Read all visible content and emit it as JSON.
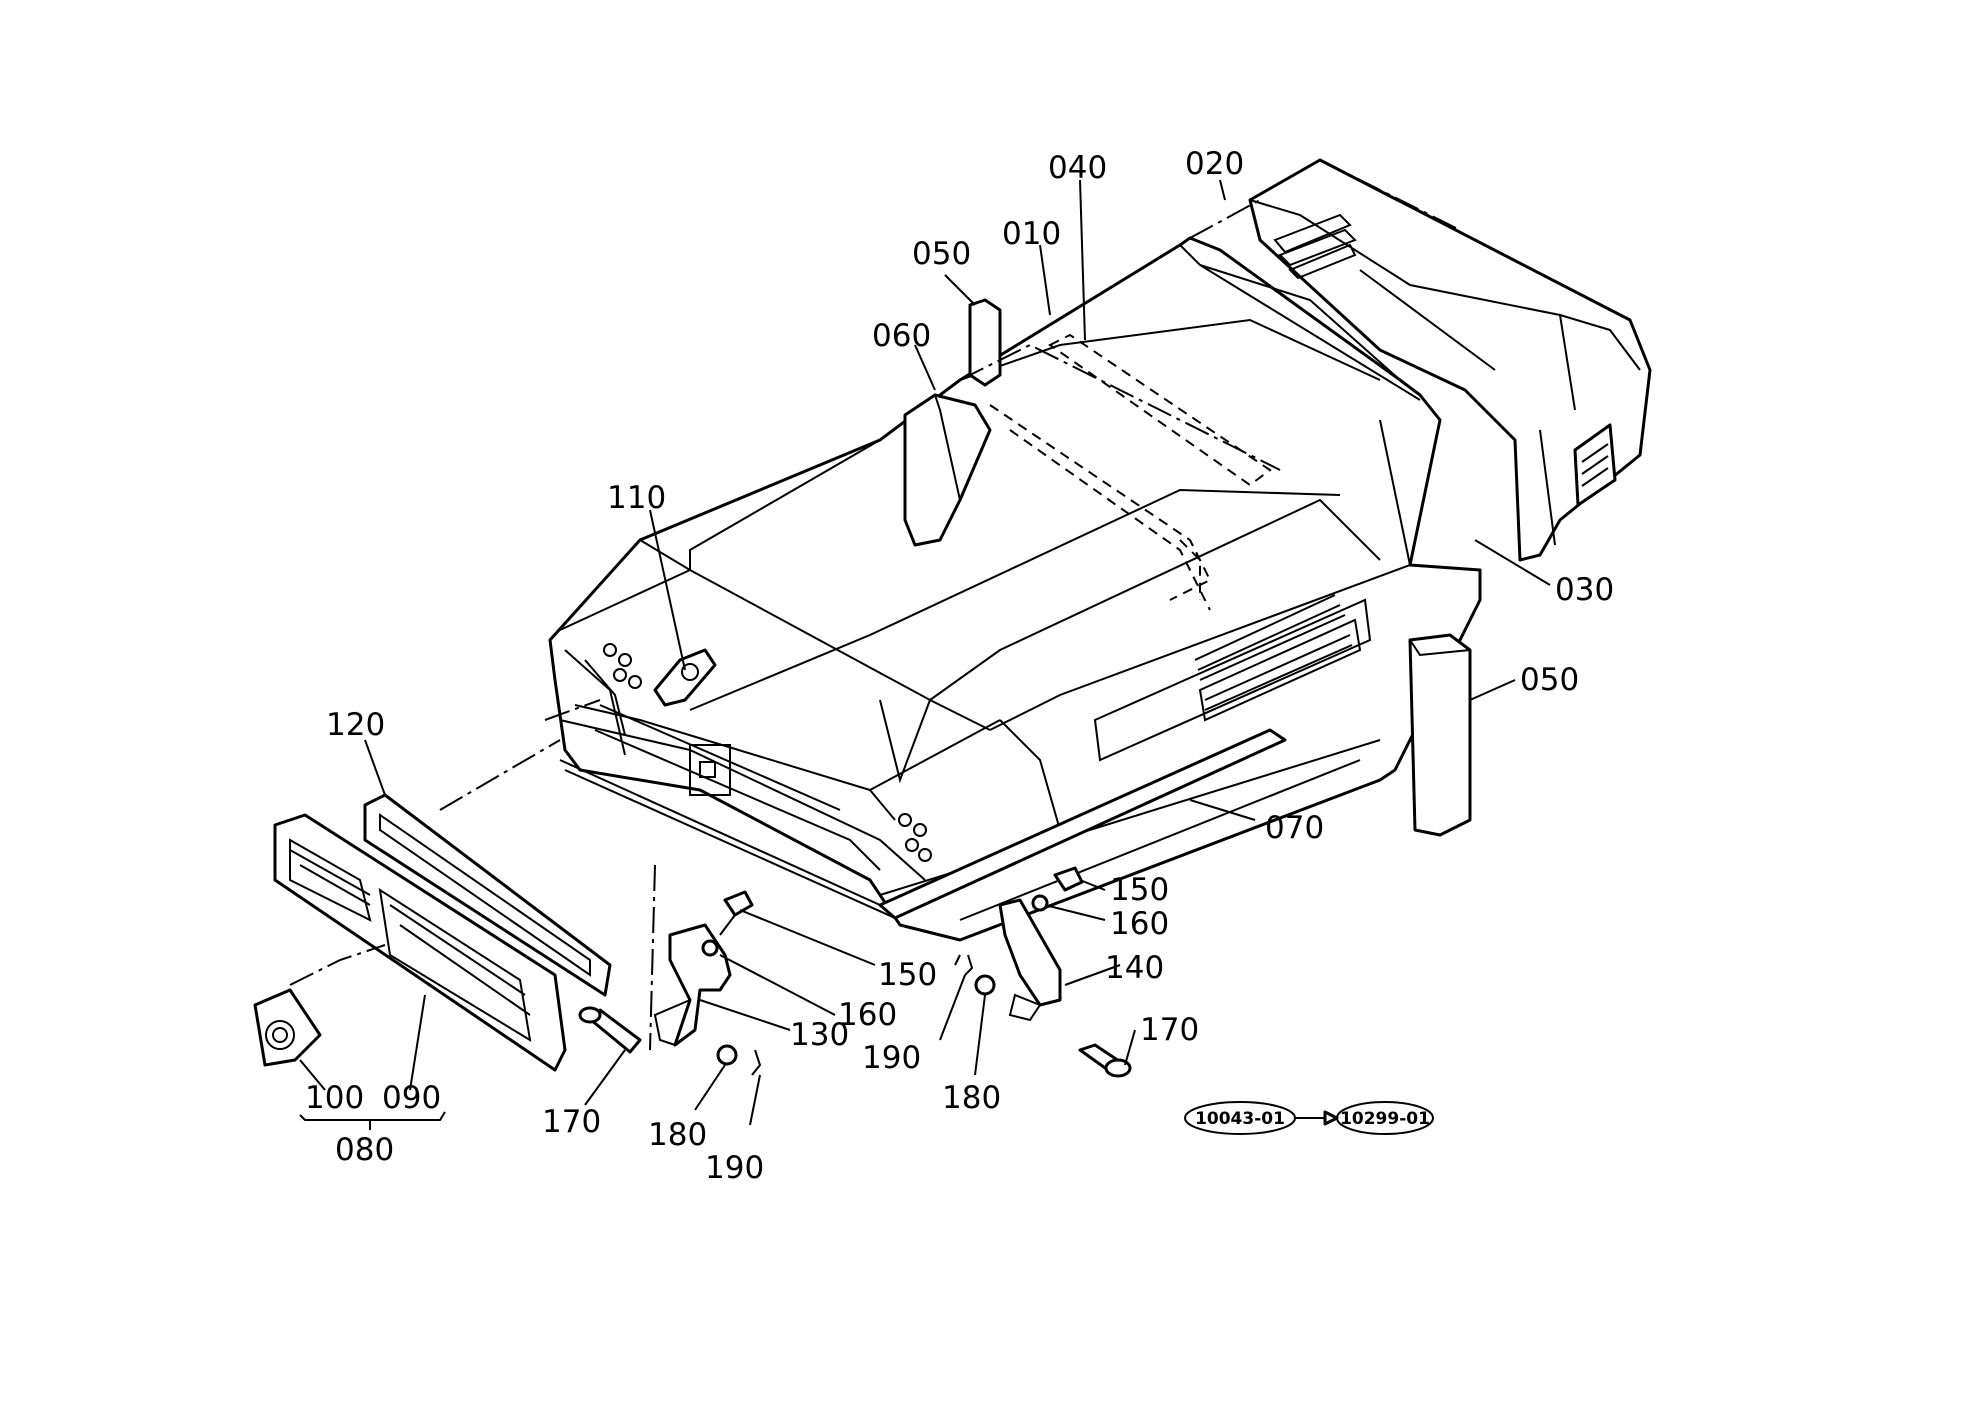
{
  "callouts": {
    "c040": "040",
    "c020": "020",
    "c050a": "050",
    "c010": "010",
    "c060": "060",
    "c110": "110",
    "c030": "030",
    "c050b": "050",
    "c120": "120",
    "c070": "070",
    "c150a": "150",
    "c160a": "160",
    "c140": "140",
    "c150b": "150",
    "c160b": "160",
    "c130": "130",
    "c170a": "170",
    "c190a": "190",
    "c170b": "170",
    "c180a": "180",
    "c100": "100",
    "c090": "090",
    "c080": "080",
    "c180b": "180",
    "c190b": "190"
  },
  "references": {
    "from": "10043-01",
    "to": "10299-01"
  }
}
